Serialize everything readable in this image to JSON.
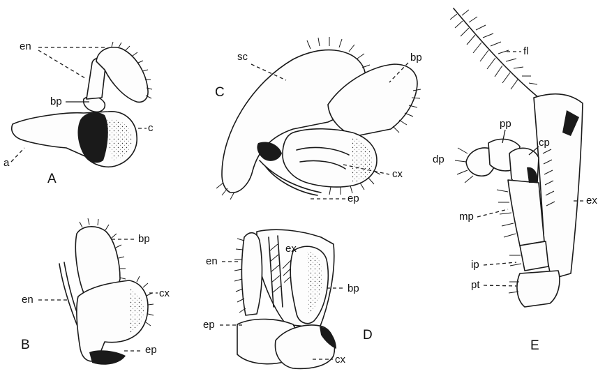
{
  "panels": {
    "A": {
      "letter": "A",
      "labels": {
        "en": "en",
        "bp": "bp",
        "c": "c",
        "a": "a"
      }
    },
    "B": {
      "letter": "B",
      "labels": {
        "bp": "bp",
        "en": "en",
        "cx": "cx",
        "ep": "ep"
      }
    },
    "C": {
      "letter": "C",
      "labels": {
        "sc": "sc",
        "bp": "bp",
        "cx": "cx",
        "ep": "ep"
      }
    },
    "D": {
      "letter": "D",
      "labels": {
        "en": "en",
        "ex": "ex",
        "bp": "bp",
        "ep": "ep",
        "cx": "cx"
      }
    },
    "E": {
      "letter": "E",
      "labels": {
        "fl": "fl",
        "pp": "pp",
        "cp": "cp",
        "dp": "dp",
        "mp": "mp",
        "ex": "ex",
        "ip": "ip",
        "pt": "pt"
      }
    }
  }
}
